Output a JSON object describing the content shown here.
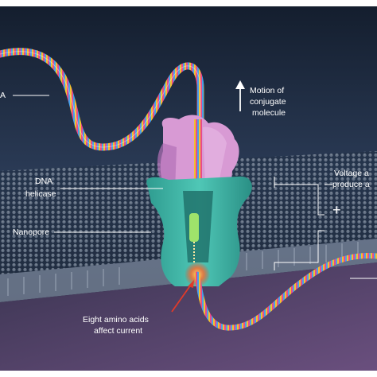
{
  "labels": {
    "dna_partial": "A",
    "motion_line1": "Motion of",
    "motion_line2": "conjugate",
    "motion_line3": "molecule",
    "helicase_line1": "DNA",
    "helicase_line2": "helicase",
    "nanopore": "Nanopore",
    "voltage_line1": "Voltage a",
    "voltage_line2": "produce a",
    "plus_sign": "+",
    "amino_line1": "Eight amino acids",
    "amino_line2": "affect current"
  },
  "colors": {
    "background_top": "#1c2a3e",
    "background_bottom": "#4b3f62",
    "membrane": "#8f9cb2",
    "nanopore": "#3fb5a5",
    "helicase": "#d99ad6",
    "amino_glow": "#ff5a2a",
    "label_line": "#ffffff",
    "arrow_red": "#e03a2a"
  }
}
